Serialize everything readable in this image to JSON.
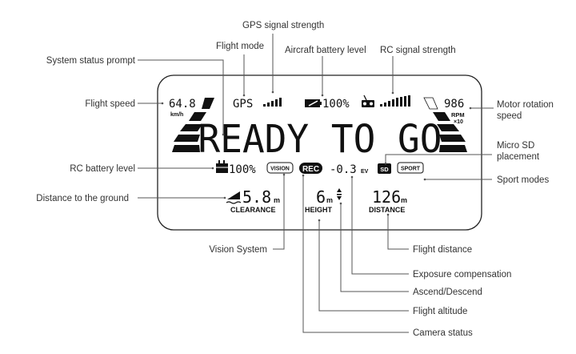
{
  "labels": {
    "gps_signal": "GPS signal strength",
    "flight_mode": "Flight mode",
    "battery_level": "Aircraft battery level",
    "rc_signal": "RC signal strength",
    "system_status": "System status prompt",
    "flight_speed": "Flight speed",
    "motor_speed_1": "Motor rotation",
    "motor_speed_2": "speed",
    "micro_sd_1": "Micro SD",
    "micro_sd_2": "placement",
    "rc_battery": "RC battery level",
    "sport_modes": "Sport modes",
    "distance_ground": "Distance to the ground",
    "vision_system": "Vision System",
    "flight_distance": "Flight distance",
    "exposure": "Exposure compensation",
    "ascend": "Ascend/Descend",
    "altitude": "Flight altitude",
    "camera_status": "Camera status"
  },
  "screen": {
    "speed_value": "64.8",
    "speed_unit": "km/h",
    "gps_text": "GPS",
    "battery_pct": "100%",
    "rpm_value": "986",
    "rpm_unit": "RPM",
    "rpm_mult": "×10",
    "status_text": "READY TO GO",
    "rc_battery_pct": "100%",
    "vision_badge": "VISION",
    "rec_badge": "REC",
    "ev_value": "-0.3",
    "ev_unit": "EV",
    "sd_badge": "SD",
    "sport_badge": "SPORT",
    "clearance_value": "5.8",
    "clearance_unit": "m",
    "clearance_label": "CLEARANCE",
    "height_value": "6",
    "height_unit": "m",
    "height_label": "HEIGHT",
    "distance_value": "126",
    "distance_unit": "m",
    "distance_label": "DISTANCE"
  }
}
